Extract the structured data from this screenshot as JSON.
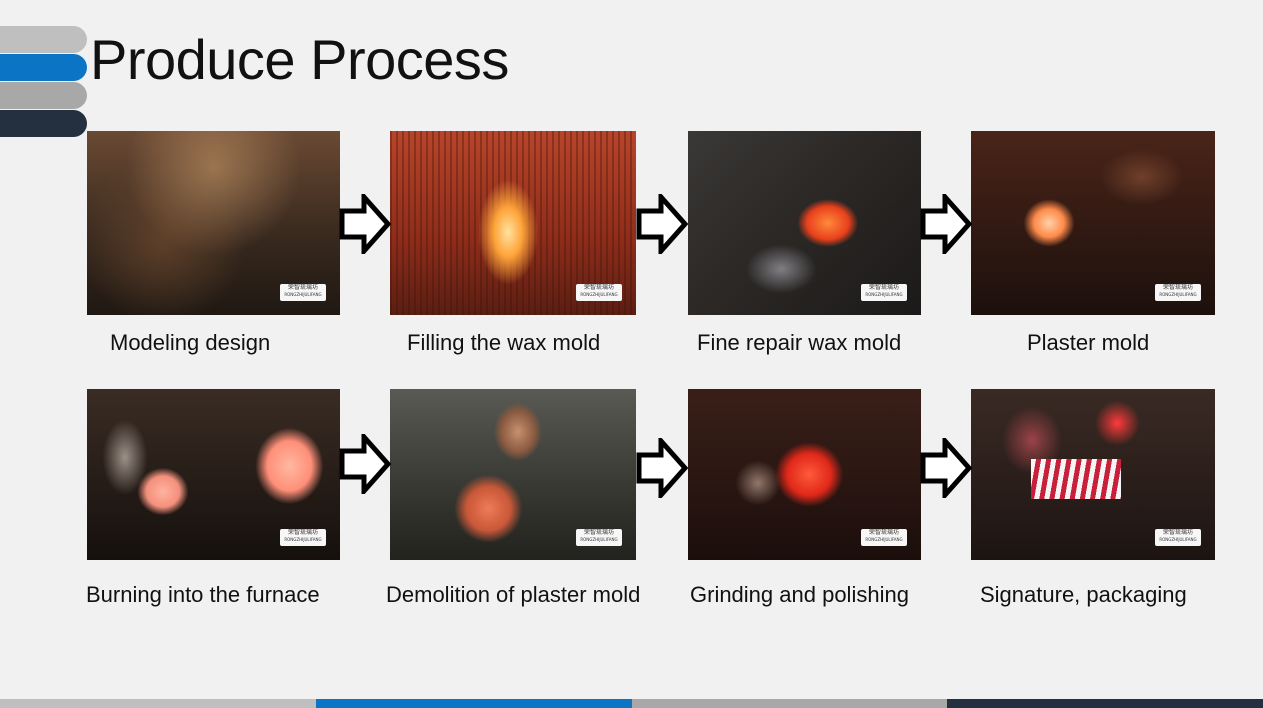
{
  "title": "Produce Process",
  "steps": [
    {
      "caption": "Modeling design",
      "image": "workshop-glassblowers-photo"
    },
    {
      "caption": "Filling the wax mold",
      "image": "furnace-fire-photo"
    },
    {
      "caption": "Fine repair wax mold",
      "image": "glowing-glass-on-pipe-photo"
    },
    {
      "caption": "Plaster mold",
      "image": "molten-glass-gather-photo"
    },
    {
      "caption": "Burning into the furnace",
      "image": "glass-gourd-shaping-photo"
    },
    {
      "caption": "Demolition of plaster mold",
      "image": "artisan-shaping-rooster-photo"
    },
    {
      "caption": "Grinding and polishing",
      "image": "red-glass-heart-photo"
    },
    {
      "caption": "Signature, packaging",
      "image": "striped-glass-piece-photo"
    }
  ],
  "watermark": {
    "line1": "荣智琉璃坊",
    "line2": "RONGZHIJULIFANG"
  },
  "arrow_icon": "right-arrow-icon",
  "colors": {
    "background": "#f1f1f1",
    "tab_light_gray": "#bfbfbf",
    "tab_blue": "#0b74c4",
    "tab_gray": "#a8a8a8",
    "tab_dark": "#243040"
  }
}
